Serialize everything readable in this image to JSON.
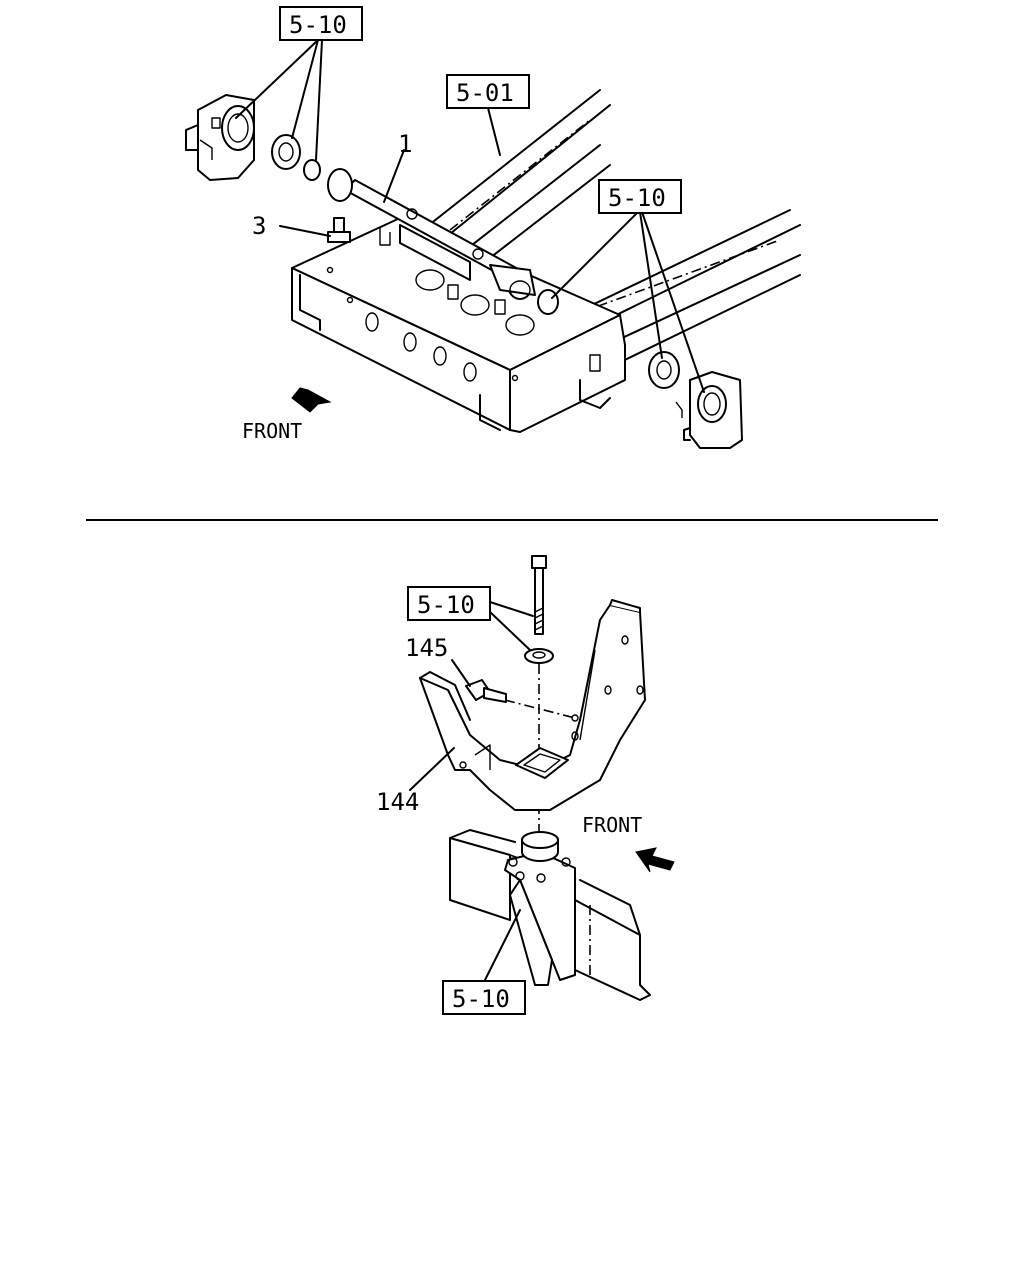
{
  "labels": {
    "top_ref_left": "5-10",
    "top_ref_frame": "5-01",
    "top_ref_right": "5-10",
    "part_1": "1",
    "part_3": "3",
    "top_front": "FRONT",
    "bottom_ref_bolt": "5-10",
    "part_145": "145",
    "part_144": "144",
    "bottom_front": "FRONT",
    "bottom_ref_bracket": "5-10"
  }
}
